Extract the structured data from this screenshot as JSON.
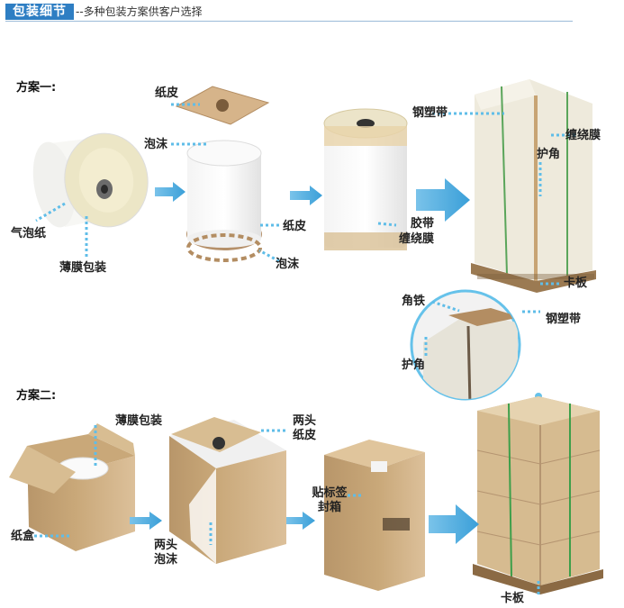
{
  "header": {
    "badge": "包装细节",
    "subtitle": "--多种包装方案供客户选择"
  },
  "scheme1": {
    "title": "方案一:",
    "labels": {
      "bubble_wrap": "气泡纸",
      "film_wrap": "薄膜包装",
      "paper_top": "纸皮",
      "foam_top": "泡沫",
      "paper_bottom": "纸皮",
      "foam_bottom": "泡沫",
      "tape": "胶带",
      "stretch_film": "缠绕膜",
      "steel_strap": "钢塑带",
      "wrap_film": "缠绕膜",
      "corner_guard": "护角",
      "pallet": "卡板"
    },
    "detail": {
      "angle_iron": "角铁",
      "steel_strap": "钢塑带",
      "corner_guard": "护角"
    }
  },
  "scheme2": {
    "title": "方案二:",
    "labels": {
      "film_wrap": "薄膜包装",
      "carton": "纸盒",
      "both_ends_paper_1": "两头",
      "both_ends_paper_2": "纸皮",
      "both_ends_foam_1": "两头",
      "both_ends_foam_2": "泡沫",
      "label_seal_1": "贴标签",
      "label_seal_2": "封箱",
      "pallet": "卡板"
    }
  }
}
